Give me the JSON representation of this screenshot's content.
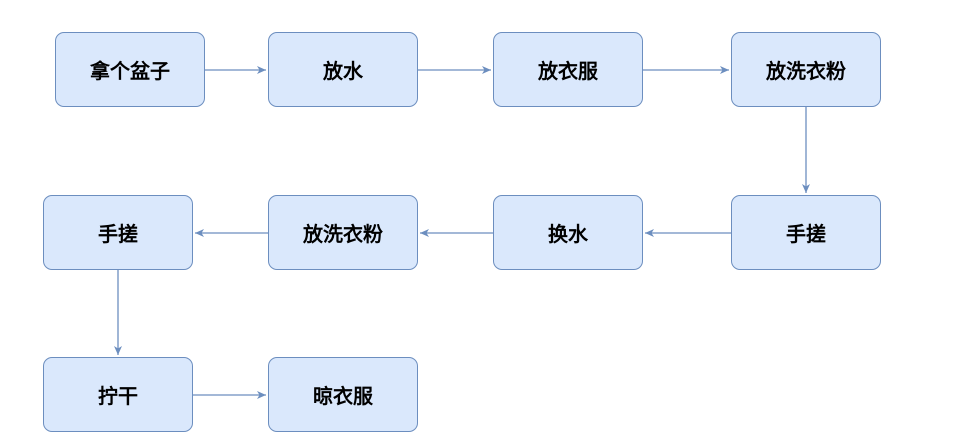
{
  "colors": {
    "node_fill": "#dae8fc",
    "node_border": "#6c8ebf",
    "connector": "#6c8ebf",
    "text": "#000000"
  },
  "steps": [
    {
      "label": "拿个盆子"
    },
    {
      "label": "放水"
    },
    {
      "label": "放衣服"
    },
    {
      "label": "放洗衣粉"
    },
    {
      "label": "手搓"
    },
    {
      "label": "换水"
    },
    {
      "label": "放洗衣粉"
    },
    {
      "label": "手搓"
    },
    {
      "label": "拧干"
    },
    {
      "label": "晾衣服"
    }
  ]
}
